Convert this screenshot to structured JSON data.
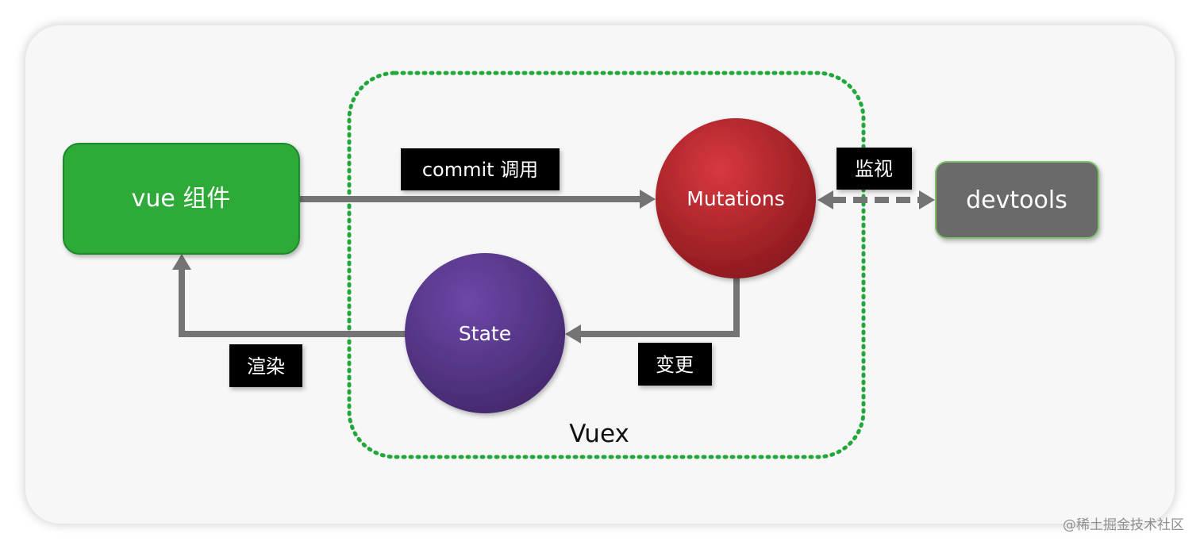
{
  "nodes": {
    "vue_component": "vue 组件",
    "mutations": "Mutations",
    "state": "State",
    "devtools": "devtools"
  },
  "edges": {
    "commit": "commit 调用",
    "render": "渲染",
    "mutate": "变更",
    "monitor": "监视"
  },
  "group": {
    "label": "Vuex"
  },
  "watermark": "@稀土掘金技术社区",
  "colors": {
    "component_green": "#2eaa39",
    "mutations_red": "#b8242b",
    "state_purple": "#5a3a8e",
    "devtools_gray": "#6b6b6b",
    "arrow_gray": "#747474",
    "dotted_green": "#22a83a",
    "label_black": "#000000"
  }
}
